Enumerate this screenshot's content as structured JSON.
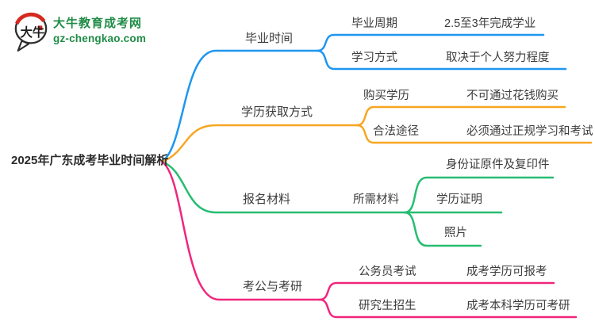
{
  "logo": {
    "mark": "大牛",
    "title": "大牛教育成考网",
    "domain": "gz-chengkao.com",
    "brand_green": "#1f8c46",
    "brand_red": "#d5281e"
  },
  "root": {
    "label": "2025年广东成考毕业时间解析"
  },
  "branches": [
    {
      "label": "毕业时间",
      "color": "#1e96f0",
      "children": [
        {
          "label": "毕业周期",
          "leaves": [
            "2.5至3年完成学业"
          ]
        },
        {
          "label": "学习方式",
          "leaves": [
            "取决于个人努力程度"
          ]
        }
      ]
    },
    {
      "label": "学历获取方式",
      "color": "#f7a622",
      "children": [
        {
          "label": "购买学历",
          "leaves": [
            "不可通过花钱购买"
          ]
        },
        {
          "label": "合法途径",
          "leaves": [
            "必须通过正规学习和考试"
          ]
        }
      ]
    },
    {
      "label": "报名材料",
      "color": "#26bd71",
      "children": [
        {
          "label": "所需材料",
          "leaves": [
            "身份证原件及复印件",
            "学历证明",
            "照片"
          ]
        }
      ]
    },
    {
      "label": "考公与考研",
      "color": "#f0267d",
      "children": [
        {
          "label": "公务员考试",
          "leaves": [
            "成考学历可报考"
          ]
        },
        {
          "label": "研究生招生",
          "leaves": [
            "成考本科学历可考研"
          ]
        }
      ]
    }
  ]
}
